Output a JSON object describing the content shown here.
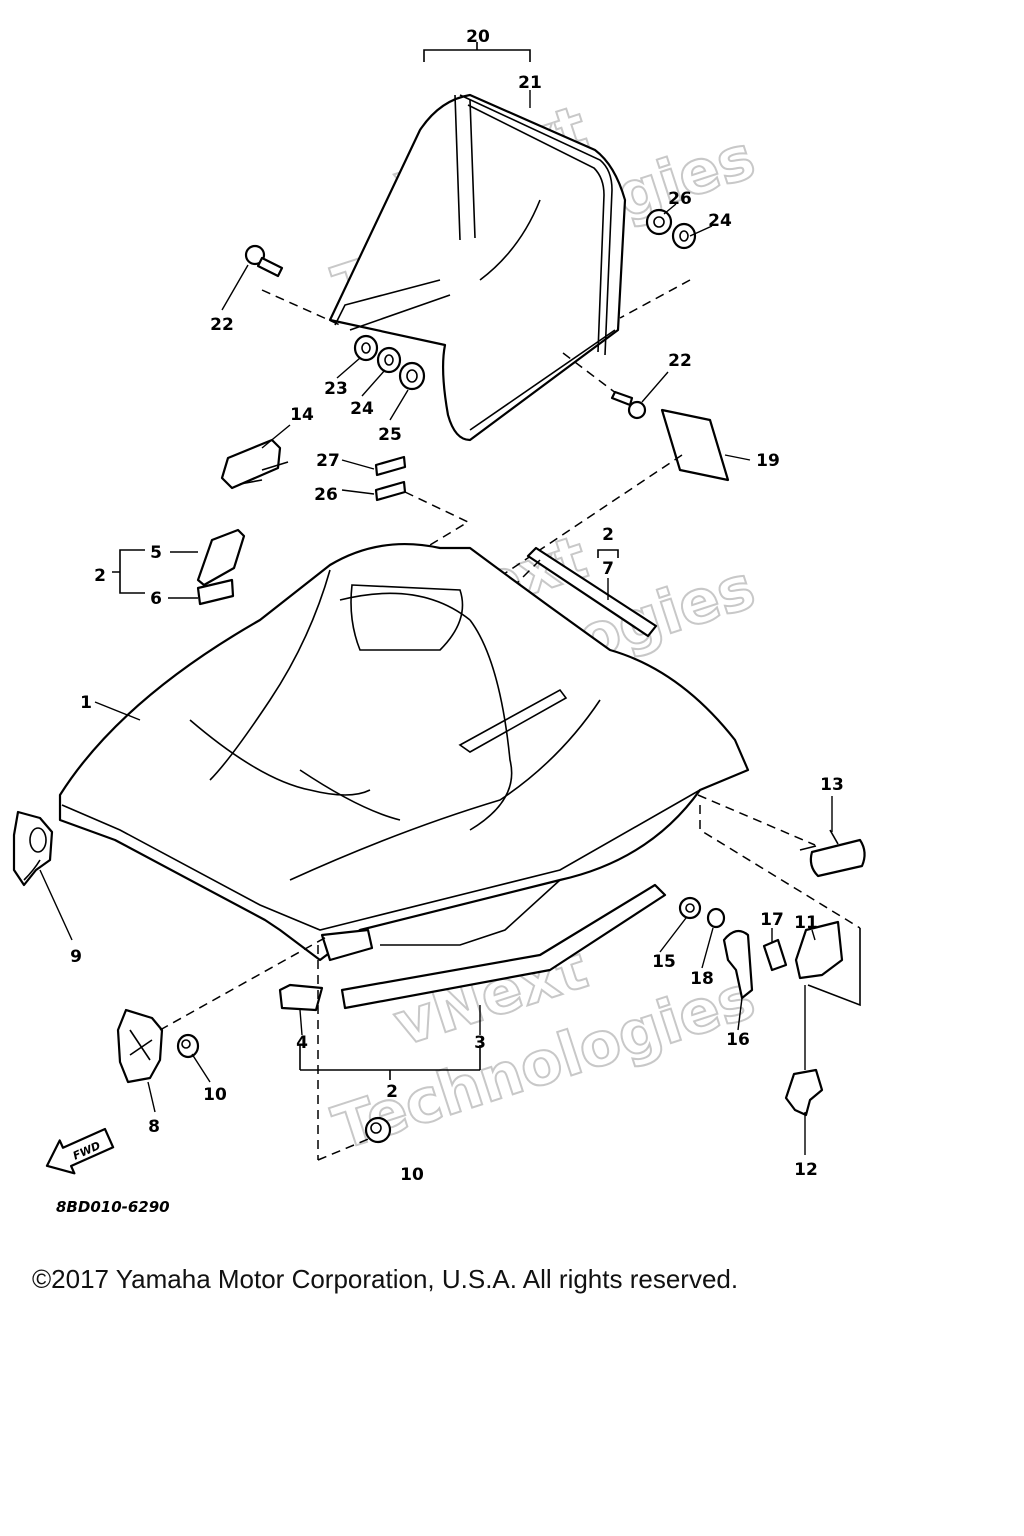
{
  "diagram": {
    "drawing_code": "8BD010-6290",
    "fwd_label": "FWD",
    "watermark": {
      "line1": "vNext",
      "line2": "Technologies"
    },
    "callouts": [
      "1",
      "2",
      "3",
      "4",
      "5",
      "6",
      "7",
      "8",
      "9",
      "10",
      "11",
      "12",
      "13",
      "14",
      "15",
      "16",
      "17",
      "18",
      "19",
      "20",
      "21",
      "22",
      "23",
      "24",
      "25",
      "26",
      "27"
    ]
  },
  "footer": {
    "copyright": "©2017 Yamaha Motor Corporation, U.S.A. All rights reserved."
  }
}
